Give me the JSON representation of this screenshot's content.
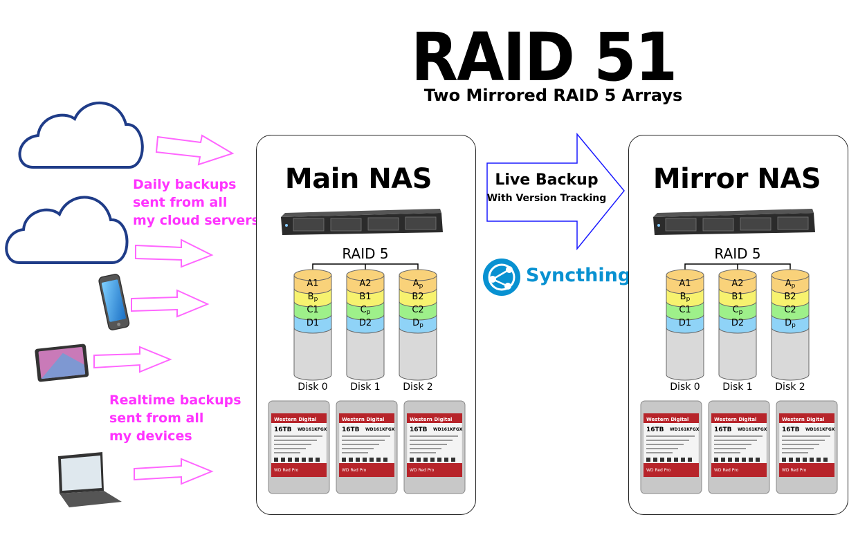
{
  "title": "RAID 51",
  "subtitle": "Two Mirrored RAID 5 Arrays",
  "sources": {
    "cloud_note": [
      "Daily backups",
      "sent from all",
      "my cloud servers"
    ],
    "device_note": [
      "Realtime backups",
      "sent from all",
      "my devices"
    ]
  },
  "link": {
    "title": "Live Backup",
    "subtitle": "With Version Tracking",
    "tool": "Syncthing"
  },
  "nas": [
    {
      "title": "Main NAS",
      "raid_label": "RAID 5",
      "disks": [
        {
          "label": "Disk 0",
          "blocks": [
            "A1",
            "Bp",
            "C1",
            "D1"
          ]
        },
        {
          "label": "Disk 1",
          "blocks": [
            "A2",
            "B1",
            "Cp",
            "D2"
          ]
        },
        {
          "label": "Disk 2",
          "blocks": [
            "Ap",
            "B2",
            "C2",
            "Dp"
          ]
        }
      ],
      "drive": {
        "brand": "Western Digital",
        "capacity": "16TB",
        "model": "WD161KFGX",
        "line": "WD Red Pro"
      }
    },
    {
      "title": "Mirror NAS",
      "raid_label": "RAID 5",
      "disks": [
        {
          "label": "Disk 0",
          "blocks": [
            "A1",
            "Bp",
            "C1",
            "D1"
          ]
        },
        {
          "label": "Disk 1",
          "blocks": [
            "A2",
            "B1",
            "Cp",
            "D2"
          ]
        },
        {
          "label": "Disk 2",
          "blocks": [
            "Ap",
            "B2",
            "C2",
            "Dp"
          ]
        }
      ],
      "drive": {
        "brand": "Western Digital",
        "capacity": "16TB",
        "model": "WD161KFGX",
        "line": "WD Red Pro"
      }
    }
  ],
  "colors": {
    "stripe_a": "#f9d27a",
    "stripe_b": "#f7f26f",
    "stripe_c": "#9ef08a",
    "stripe_d": "#8fd3f7",
    "disk_body": "#d9d9d9",
    "cloud_stroke": "#1f3c88",
    "note_text": "#ff33ff",
    "arrow": "#ff66ff",
    "big_arrow": "#1a1aff",
    "syncthing": "#0891d1",
    "drive_red": "#b7242a"
  },
  "icons": [
    "cloud-icon",
    "phone-icon",
    "tablet-icon",
    "laptop-icon",
    "server-icon",
    "hard-drive-icon",
    "syncthing-logo-icon"
  ]
}
